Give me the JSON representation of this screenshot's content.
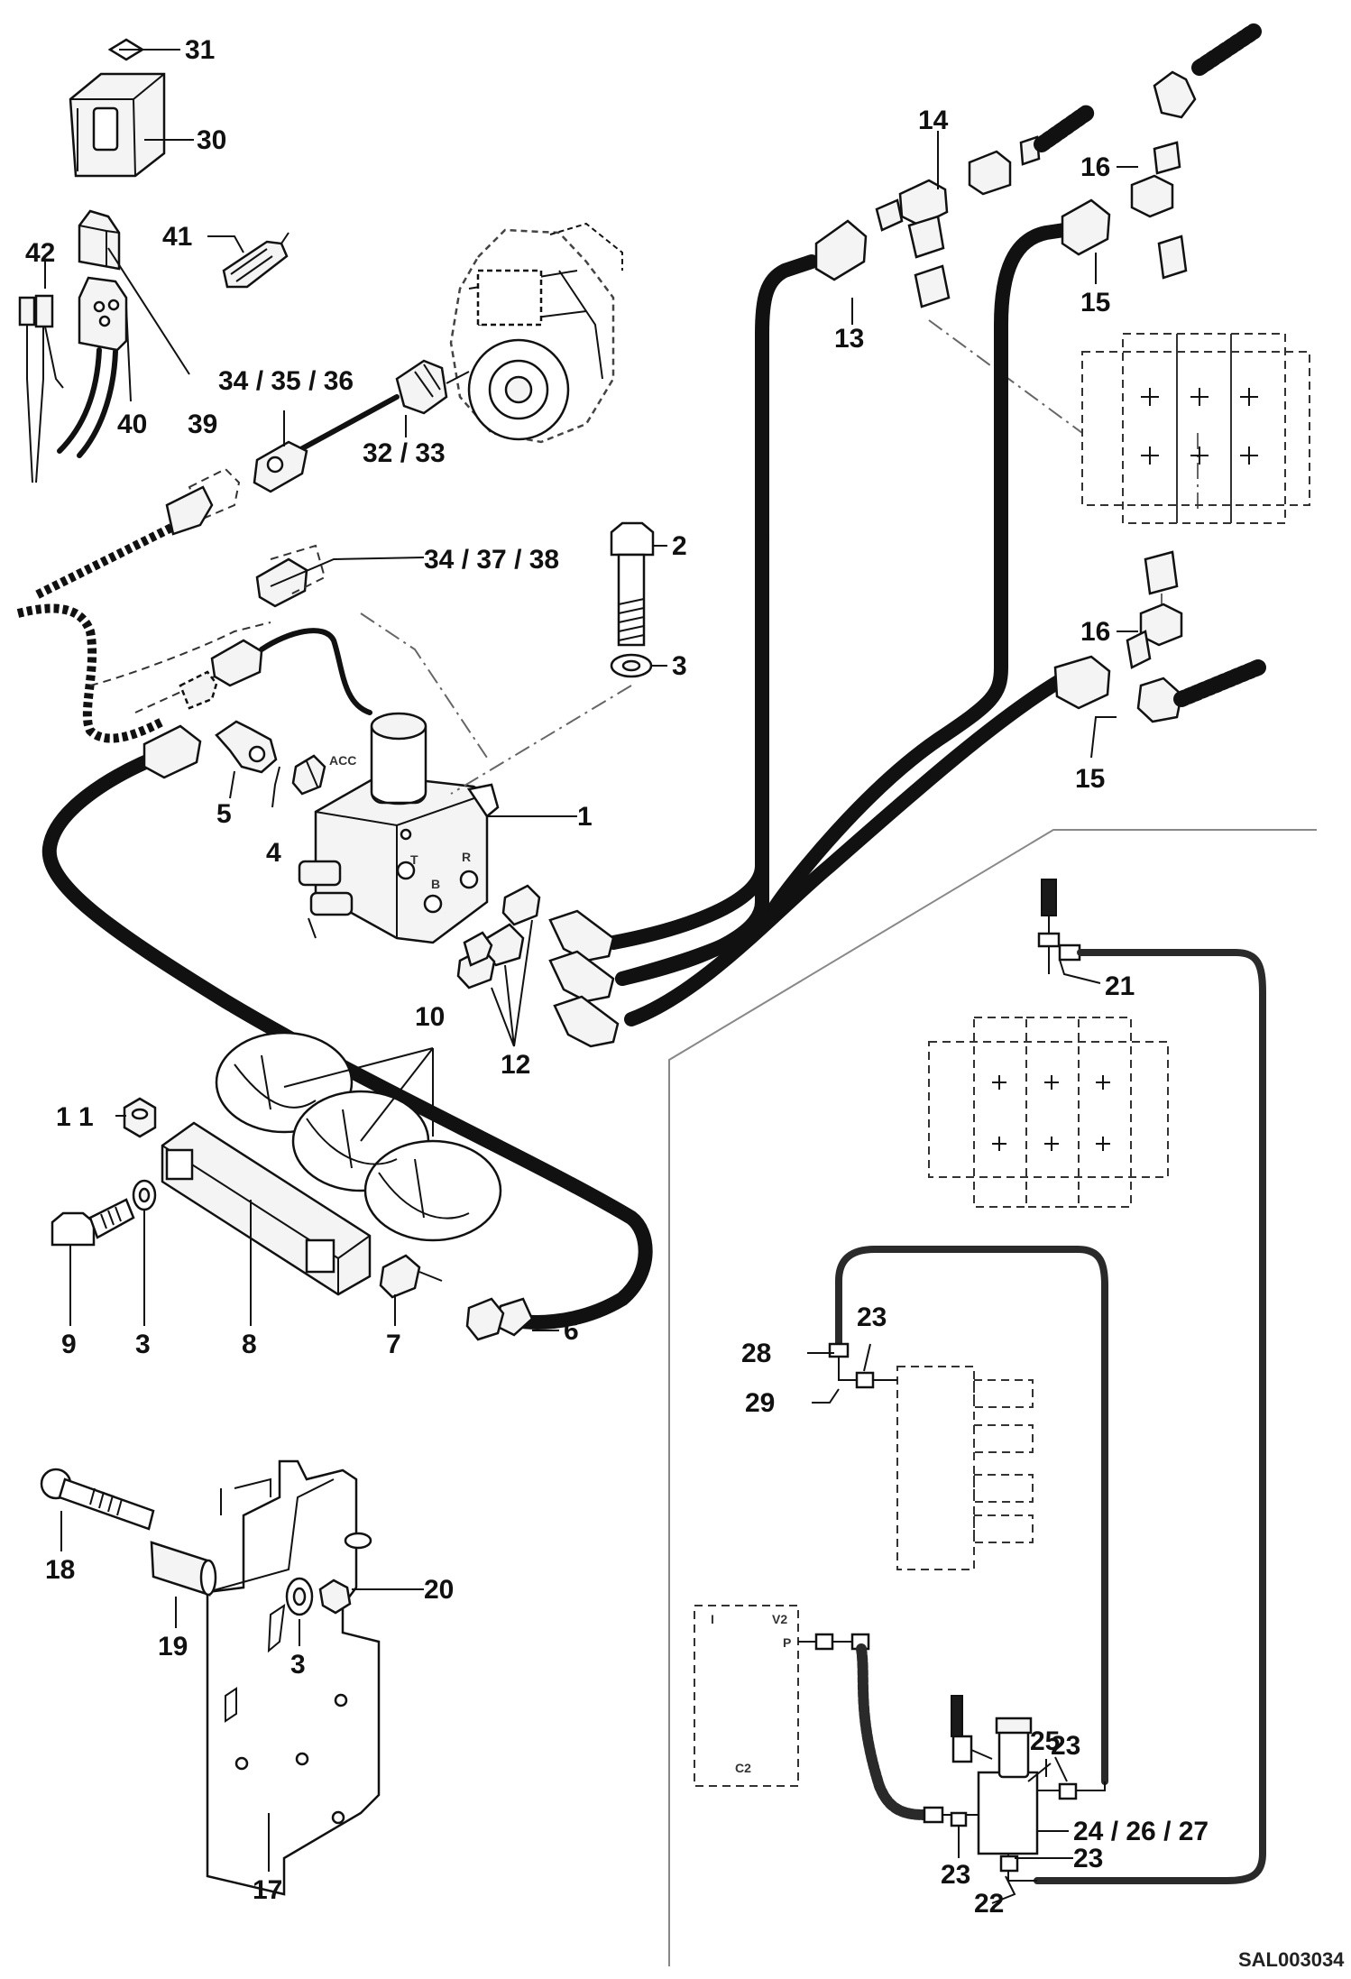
{
  "drawing_code": "SAL003034",
  "callouts": {
    "c1": "1",
    "c2": "2",
    "c3a": "3",
    "c3b": "3",
    "c3c": "3",
    "c4": "4",
    "c5": "5",
    "c6": "6",
    "c7": "7",
    "c8": "8",
    "c9": "9",
    "c10": "10",
    "c11": "1 1",
    "c12": "12",
    "c13": "13",
    "c14": "14",
    "c15a": "15",
    "c15b": "15",
    "c16a": "16",
    "c16b": "16",
    "c17": "17",
    "c18": "18",
    "c19": "19",
    "c20": "20",
    "c21": "21",
    "c22": "22",
    "c23a": "23",
    "c23b": "23",
    "c23c": "23",
    "c23d": "23",
    "c24": "24 / 26 / 27",
    "c25": "25",
    "c28": "28",
    "c29": "29",
    "c30": "30",
    "c31": "31",
    "c32": "32 / 33",
    "c34a": "34 / 35 / 36",
    "c34b": "34 / 37 / 38",
    "c39": "39",
    "c40": "40",
    "c41": "41",
    "c42": "42"
  },
  "port_labels": {
    "acc": "ACC",
    "t": "T",
    "b": "B",
    "r": "R",
    "p": "P",
    "i": "I",
    "v2": "V2",
    "c2": "C2"
  }
}
